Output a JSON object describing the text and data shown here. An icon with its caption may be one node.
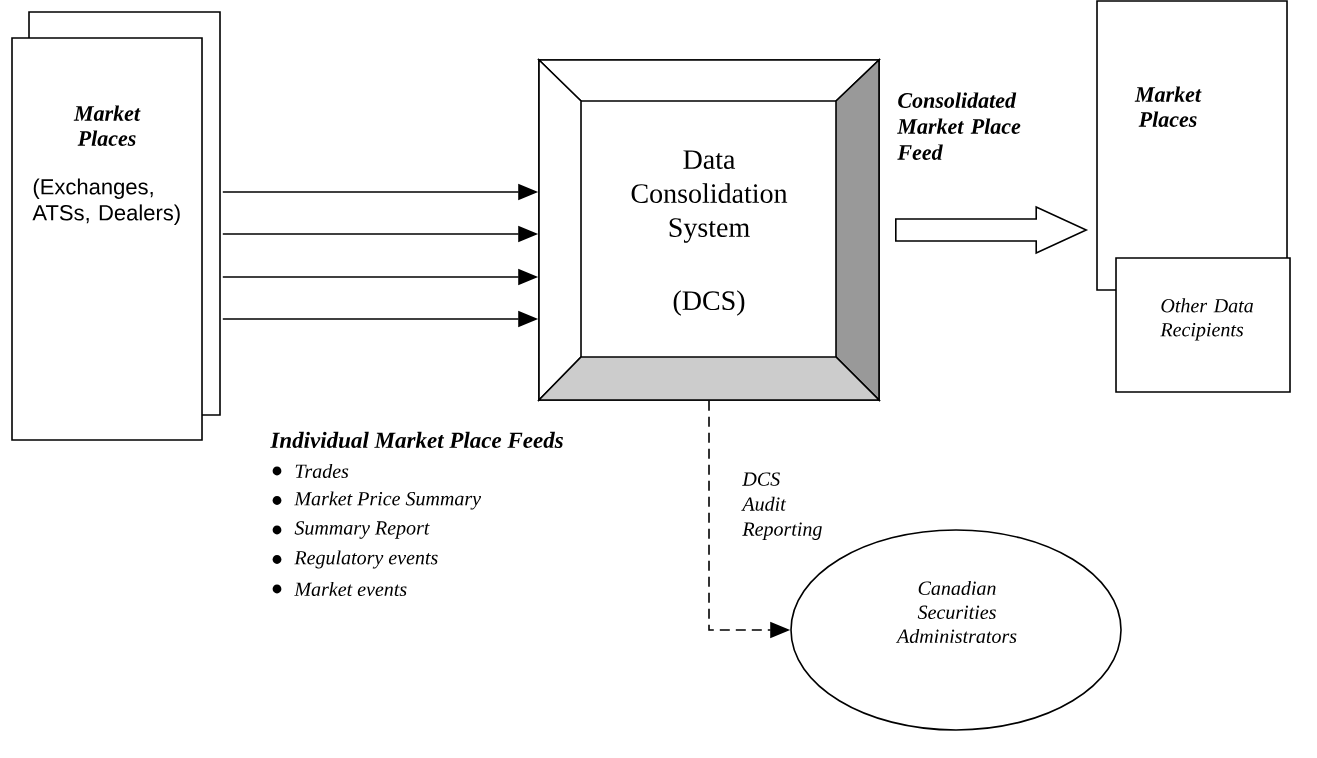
{
  "diagram": {
    "nodes": [
      {
        "text": [],
        "shape": "box"
      },
      {
        "text": [
          "Market Places",
          "(Exchanges, ATSs, Dealers)"
        ]
      },
      {
        "text": [
          "Data Consolidation System",
          "(DCS)"
        ]
      },
      {
        "text": [
          "Market Places"
        ]
      },
      {
        "text": [
          "Other Data Recipients"
        ]
      },
      {
        "text": [
          "Canadian Securities Administrators"
        ]
      }
    ],
    "edges": [
      {
        "from": 0,
        "to": 2,
        "arrow": "to"
      },
      {
        "from": 0,
        "to": 2,
        "arrow": "to"
      },
      {
        "from": 0,
        "to": 2,
        "arrow": "to"
      },
      {
        "from": 0,
        "to": 2,
        "arrow": "to"
      },
      {
        "from": 2,
        "to": 3,
        "arrow": "to",
        "style": "thick",
        "label": "Consolidated Market Place Feed"
      },
      {
        "from": 2,
        "to": 5,
        "arrow": "to",
        "style": "dashed",
        "label": "DCS Audit Reporting"
      }
    ],
    "labels": [
      "Individual Market Place Feeds",
      "Trades",
      "Market Price Summary",
      "Summary Report",
      "Regulatory events",
      "Market events"
    ]
  }
}
